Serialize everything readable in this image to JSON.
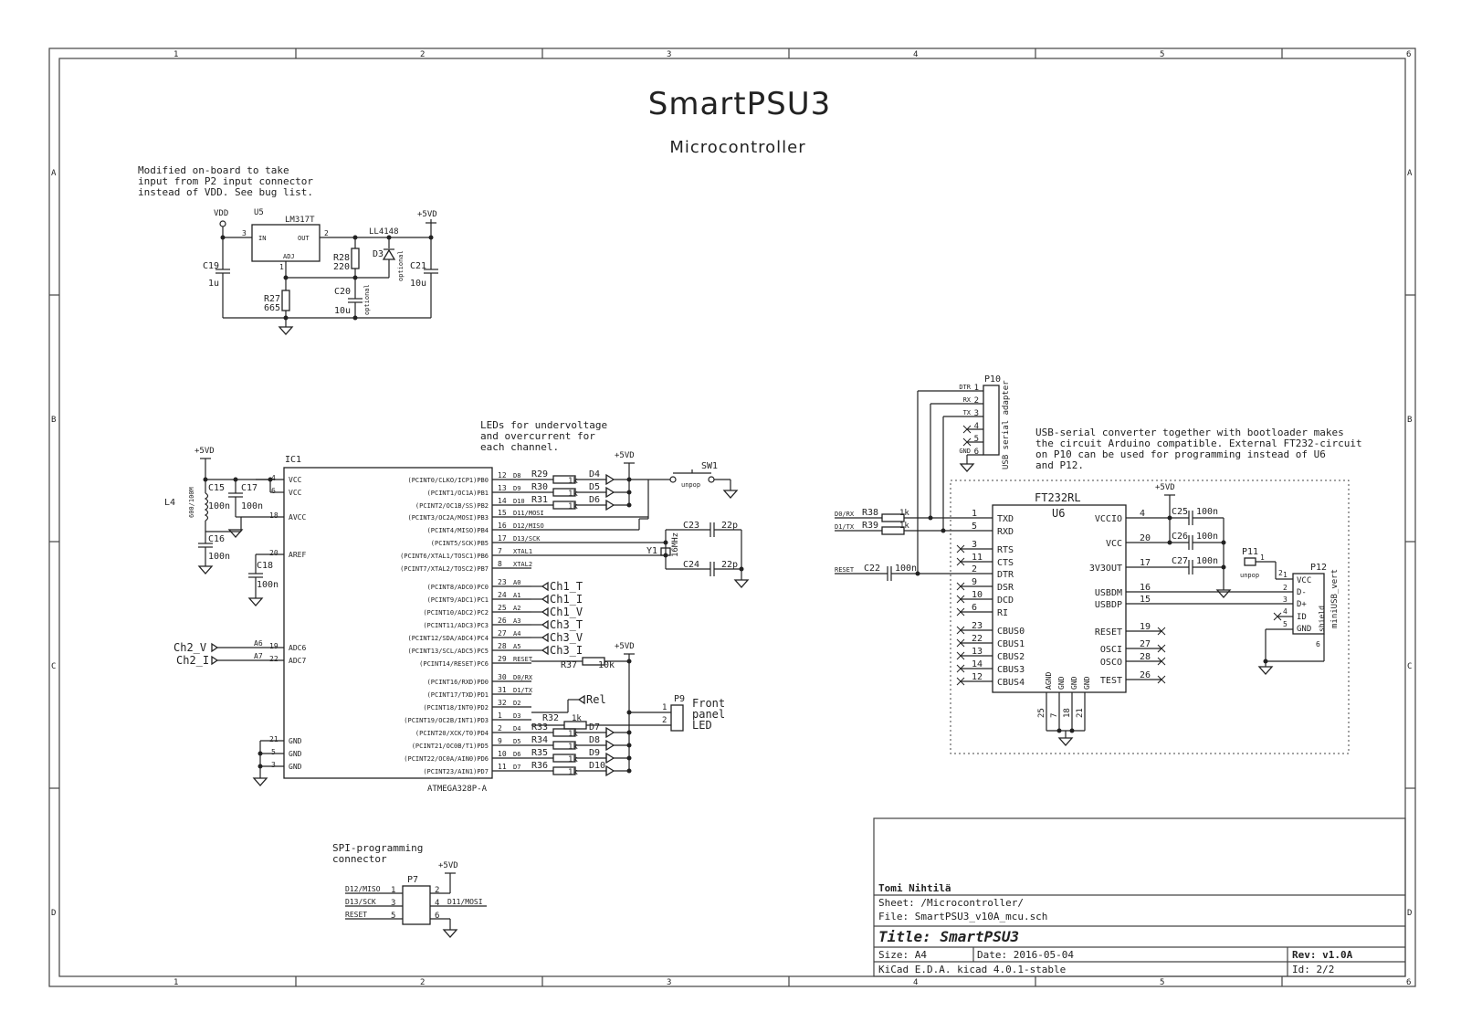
{
  "title": "SmartPSU3",
  "subtitle": "Microcontroller",
  "frame": {
    "columns": [
      "1",
      "2",
      "3",
      "4",
      "5",
      "6"
    ],
    "rows": [
      "A",
      "B",
      "C",
      "D"
    ]
  },
  "notes": {
    "regulator": [
      "Modified on-board to take",
      "input from P2 input connector",
      "instead of VDD. See bug list."
    ],
    "leds": [
      "LEDs for undervoltage",
      "and overcurrent for",
      "each channel."
    ],
    "usb": [
      "USB-serial converter together with bootloader makes",
      "the circuit Arduino compatible. External FT232-circuit",
      "on P10 can be used for programming instead of U6",
      "and P12."
    ],
    "spi": [
      "SPI-programming",
      "connector"
    ]
  },
  "regulator": {
    "vdd": "VDD",
    "p5vd": "+5VD",
    "u5_ref": "U5",
    "u5_val": "LM317T",
    "pin_in": "IN",
    "pin_out": "OUT",
    "pin_adj": "ADJ",
    "pin3": "3",
    "pin2": "2",
    "pin1": "1",
    "c19": "C19",
    "c19v": "1u",
    "r28": "R28",
    "r28v": "220",
    "r27": "R27",
    "r27v": "665",
    "c20": "C20",
    "c20v": "10u",
    "c20opt": "optional",
    "d3": "D3",
    "d3v": "LL4148",
    "d3opt": "optional",
    "c21": "C21",
    "c21v": "10u"
  },
  "mcu": {
    "ref": "IC1",
    "value": "ATMEGA328P-A",
    "p5vd": "+5VD",
    "left_pins": [
      {
        "num": "4",
        "name": "VCC"
      },
      {
        "num": "6",
        "name": "VCC"
      },
      {
        "num": "18",
        "name": "AVCC"
      },
      {
        "num": "20",
        "name": "AREF"
      },
      {
        "num": "19",
        "name": "ADC6"
      },
      {
        "num": "22",
        "name": "ADC7"
      },
      {
        "num": "21",
        "name": "GND"
      },
      {
        "num": "5",
        "name": "GND"
      },
      {
        "num": "3",
        "name": "GND"
      }
    ],
    "right_pins": [
      {
        "num": "12",
        "name": "(PCINT0/CLKO/ICP1)PB0",
        "net": "D8"
      },
      {
        "num": "13",
        "name": "(PCINT1/OC1A)PB1",
        "net": "D9"
      },
      {
        "num": "14",
        "name": "(PCINT2/OC1B/SS)PB2",
        "net": "D10"
      },
      {
        "num": "15",
        "name": "(PCINT3/OC2A/MOSI)PB3",
        "net": "D11/MOSI"
      },
      {
        "num": "16",
        "name": "(PCINT4/MISO)PB4",
        "net": "D12/MISO"
      },
      {
        "num": "17",
        "name": "(PCINT5/SCK)PB5",
        "net": "D13/SCK"
      },
      {
        "num": "7",
        "name": "(PCINT6/XTAL1/TOSC1)PB6",
        "net": "XTAL1"
      },
      {
        "num": "8",
        "name": "(PCINT7/XTAL2/TOSC2)PB7",
        "net": "XTAL2"
      },
      {
        "num": "23",
        "name": "(PCINT8/ADC0)PC0",
        "net": "A0"
      },
      {
        "num": "24",
        "name": "(PCINT9/ADC1)PC1",
        "net": "A1"
      },
      {
        "num": "25",
        "name": "(PCINT10/ADC2)PC2",
        "net": "A2"
      },
      {
        "num": "26",
        "name": "(PCINT11/ADC3)PC3",
        "net": "A3"
      },
      {
        "num": "27",
        "name": "(PCINT12/SDA/ADC4)PC4",
        "net": "A4"
      },
      {
        "num": "28",
        "name": "(PCINT13/SCL/ADC5)PC5",
        "net": "A5"
      },
      {
        "num": "29",
        "name": "(PCINT14/RESET)PC6",
        "net": "RESET"
      },
      {
        "num": "30",
        "name": "(PCINT16/RXD)PD0",
        "net": "D0/RX"
      },
      {
        "num": "31",
        "name": "(PCINT17/TXD)PD1",
        "net": "D1/TX"
      },
      {
        "num": "32",
        "name": "(PCINT18/INT0)PD2",
        "net": "D2"
      },
      {
        "num": "1",
        "name": "(PCINT19/OC2B/INT1)PD3",
        "net": "D3"
      },
      {
        "num": "2",
        "name": "(PCINT20/XCK/T0)PD4",
        "net": "D4"
      },
      {
        "num": "9",
        "name": "(PCINT21/OC0B/T1)PD5",
        "net": "D5"
      },
      {
        "num": "10",
        "name": "(PCINT22/OC0A/AIN0)PD6",
        "net": "D6"
      },
      {
        "num": "11",
        "name": "(PCINT23/AIN1)PD7",
        "net": "D7"
      }
    ],
    "ch_labels": [
      "Ch1_T",
      "Ch1_I",
      "Ch1_V",
      "Ch3_T",
      "Ch3_V",
      "Ch3_I"
    ],
    "adc_labels": [
      {
        "label": "Ch2_V",
        "net": "A6"
      },
      {
        "label": "Ch2_I",
        "net": "A7"
      }
    ],
    "l4": "L4",
    "l4v": "600/100M",
    "c15": "C15",
    "c15v": "100n",
    "c17": "C17",
    "c17v": "100n",
    "c16": "C16",
    "c16v": "100n",
    "c18": "C18",
    "c18v": "100n",
    "leds_top": [
      {
        "r": "R29",
        "rv": "1k",
        "d": "D4"
      },
      {
        "r": "R30",
        "rv": "1k",
        "d": "D5"
      },
      {
        "r": "R31",
        "rv": "1k",
        "d": "D6"
      }
    ],
    "leds_bot": [
      {
        "r": "R33",
        "rv": "1k",
        "d": "D7"
      },
      {
        "r": "R34",
        "rv": "1k",
        "d": "D8"
      },
      {
        "r": "R35",
        "rv": "1k",
        "d": "D9"
      },
      {
        "r": "R36",
        "rv": "1k",
        "d": "D10"
      }
    ],
    "sw1": "SW1",
    "sw1v": "unpop",
    "y1": "Y1",
    "y1v": "16MHz",
    "c23": "C23",
    "c23v": "22p",
    "c24": "C24",
    "c24v": "22p",
    "r37": "R37",
    "r37v": "10k",
    "r32": "R32",
    "r32v": "1k",
    "rel": "Rel",
    "p9": "P9",
    "p9_pin1": "1",
    "p9_pin2": "2",
    "p9_label": [
      "Front",
      "panel",
      "LED"
    ]
  },
  "usb": {
    "p10": "P10",
    "p10_label": "USB serial adapter",
    "p10_pins": [
      {
        "num": "1",
        "name": "DTR"
      },
      {
        "num": "2",
        "name": "RX"
      },
      {
        "num": "3",
        "name": "TX"
      },
      {
        "num": "4",
        "name": ""
      },
      {
        "num": "5",
        "name": ""
      },
      {
        "num": "6",
        "name": "GND"
      }
    ],
    "u6_val": "FT232RL",
    "u6_ref": "U6",
    "left_pins": [
      {
        "num": "1",
        "name": "TXD"
      },
      {
        "num": "5",
        "name": "RXD"
      },
      {
        "num": "3",
        "name": "RTS"
      },
      {
        "num": "11",
        "name": "CTS"
      },
      {
        "num": "2",
        "name": "DTR"
      },
      {
        "num": "9",
        "name": "DSR"
      },
      {
        "num": "10",
        "name": "DCD"
      },
      {
        "num": "6",
        "name": "RI"
      },
      {
        "num": "23",
        "name": "CBUS0"
      },
      {
        "num": "22",
        "name": "CBUS1"
      },
      {
        "num": "13",
        "name": "CBUS2"
      },
      {
        "num": "14",
        "name": "CBUS3"
      },
      {
        "num": "12",
        "name": "CBUS4"
      }
    ],
    "right_pins": [
      {
        "num": "4",
        "name": "VCCIO"
      },
      {
        "num": "20",
        "name": "VCC"
      },
      {
        "num": "17",
        "name": "3V3OUT"
      },
      {
        "num": "16",
        "name": "USBDM"
      },
      {
        "num": "15",
        "name": "USBDP"
      },
      {
        "num": "19",
        "name": "RESET"
      },
      {
        "num": "27",
        "name": "OSCI"
      },
      {
        "num": "28",
        "name": "OSCO"
      },
      {
        "num": "26",
        "name": "TEST"
      }
    ],
    "bottom_pins": [
      {
        "num": "25",
        "name": "AGND"
      },
      {
        "num": "7",
        "name": "GND"
      },
      {
        "num": "18",
        "name": "GND"
      },
      {
        "num": "21",
        "name": "GND"
      }
    ],
    "r38": "R38",
    "r38v": "1k",
    "r39": "R39",
    "r39v": "1k",
    "net_d0": "D0/RX",
    "net_d1": "D1/TX",
    "net_reset": "RESET",
    "c22": "C22",
    "c22v": "100n",
    "c25": "C25",
    "c25v": "100n",
    "c26": "C26",
    "c26v": "100n",
    "c27": "C27",
    "c27v": "100n",
    "p5vd": "+5VD",
    "p11": "P11",
    "p11v": "unpop",
    "p11_pin": "1",
    "p11_pin2": "2",
    "p12": "P12",
    "p12_label": "miniUSB_vert",
    "p12_shield": "shield",
    "p12_pins": [
      {
        "num": "1",
        "name": "VCC"
      },
      {
        "num": "2",
        "name": "D-"
      },
      {
        "num": "3",
        "name": "D+"
      },
      {
        "num": "4",
        "name": "ID"
      },
      {
        "num": "5",
        "name": "GND"
      },
      {
        "num": "6",
        "name": ""
      }
    ]
  },
  "spi": {
    "ref": "P7",
    "p5vd": "+5VD",
    "pins": [
      {
        "l": "D12/MISO",
        "ln": "1",
        "rn": "2",
        "r": ""
      },
      {
        "l": "D13/SCK",
        "ln": "3",
        "rn": "4",
        "r": "D11/MOSI"
      },
      {
        "l": "RESET",
        "ln": "5",
        "rn": "6",
        "r": ""
      }
    ]
  },
  "titleblock": {
    "author": "Tomi Nihtilä",
    "sheet": "Sheet: /Microcontroller/",
    "file": "File: SmartPSU3_v10A_mcu.sch",
    "title": "Title: SmartPSU3",
    "size": "Size: A4",
    "date": "Date: 2016-05-04",
    "rev": "Rev: v1.0A",
    "tool": "KiCad E.D.A.  kicad 4.0.1-stable",
    "id": "Id: 2/2"
  }
}
